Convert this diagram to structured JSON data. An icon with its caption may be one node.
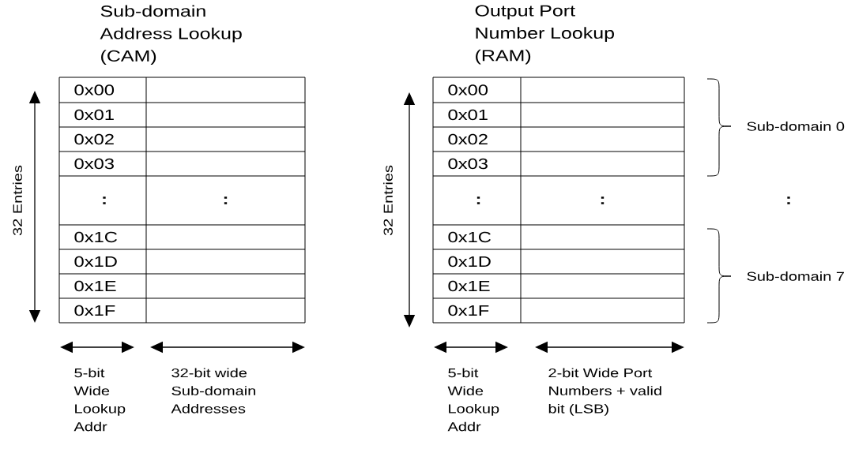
{
  "diagram": {
    "labels": [
      "Sub-domain Address Lookup (CAM)",
      "Output Port Number Lookup (RAM)",
      "32 Entries",
      "32 Entries",
      "0x00",
      "0x01",
      "0x02",
      "0x03",
      ":",
      ":",
      "0x1C",
      "0x1D",
      "0x1E",
      "0x1F",
      "0x00",
      "0x01",
      "0x02",
      "0x03",
      ":",
      ":",
      "0x1C",
      "0x1D",
      "0x1E",
      "0x1F",
      "Sub-domain 0",
      ":",
      "Sub-domain 7",
      "5-bit Wide Lookup Addr",
      "32-bit wide Sub-domain Addresses",
      "5-bit Wide Lookup Addr",
      "2-bit Wide Port Numbers + valid bit (LSB)"
    ]
  }
}
